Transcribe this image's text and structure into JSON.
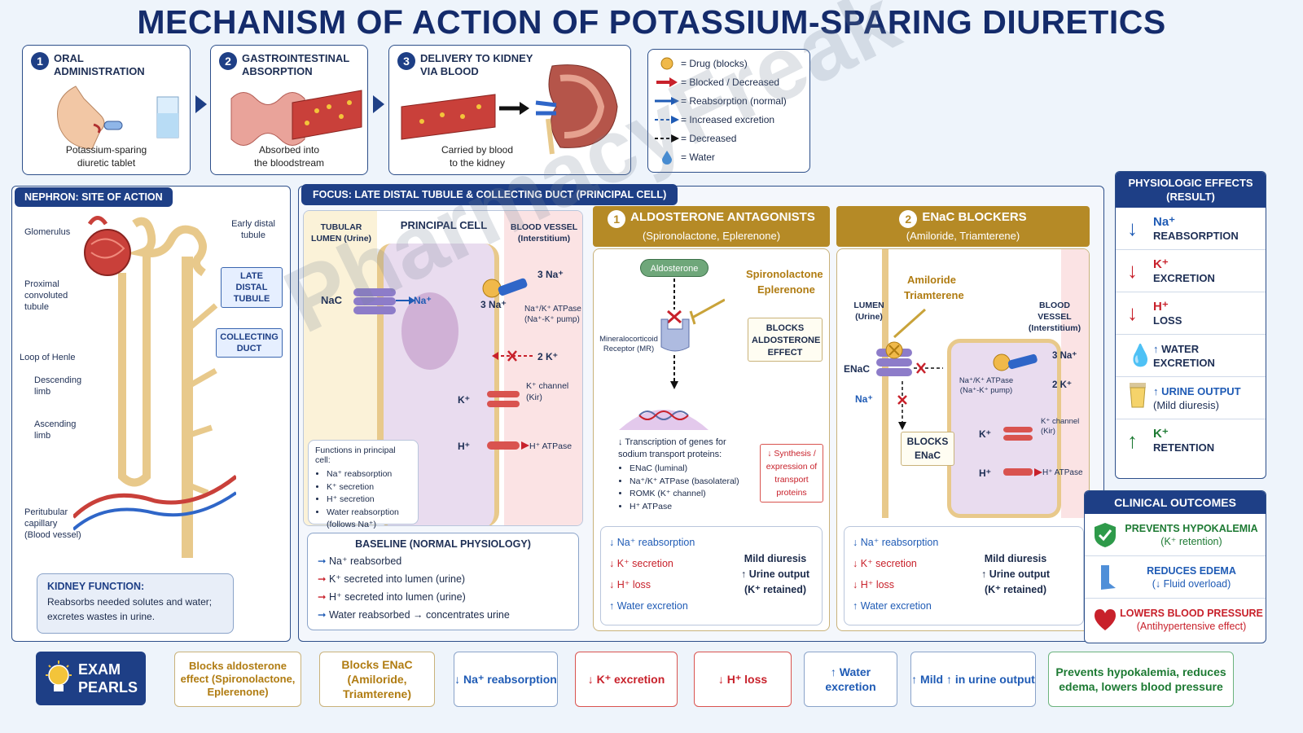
{
  "title": "MECHANISM OF ACTION OF POTASSIUM-SPARING DIURETICS",
  "watermark": "PharmacyFreak",
  "steps": [
    {
      "num": "1",
      "title": "ORAL ADMINISTRATION",
      "caption1": "Potassium-sparing",
      "caption2": "diuretic tablet"
    },
    {
      "num": "2",
      "title": "GASTROINTESTINAL ABSORPTION",
      "caption1": "Absorbed into",
      "caption2": "the bloodstream"
    },
    {
      "num": "3",
      "title": "DELIVERY TO KIDNEY VIA BLOOD",
      "caption1": "Carried by blood",
      "caption2": "to the kidney"
    }
  ],
  "legend": [
    {
      "icon": "drug-icon",
      "label": "= Drug (blocks)"
    },
    {
      "icon": "red-arrow-icon",
      "label": "= Blocked / Decreased"
    },
    {
      "icon": "blue-arrow-icon",
      "label": "= Reabsorption (normal)"
    },
    {
      "icon": "dashed-blue-arrow-icon",
      "label": "= Increased excretion"
    },
    {
      "icon": "dashed-black-arrow-icon",
      "label": "= Decreased"
    },
    {
      "icon": "water-drop-icon",
      "label": "= Water"
    }
  ],
  "nephron": {
    "header": "NEPHRON: SITE OF ACTION",
    "glomerulus": "Glomerulus",
    "early_distal": "Early distal tubule",
    "proximal": "Proximal convoluted tubule",
    "late_distal": "LATE DISTAL TUBULE",
    "collecting": "COLLECTING DUCT",
    "loop": "Loop of Henle",
    "descending": "Descending limb",
    "ascending": "Ascending limb",
    "peritubular": "Peritubular capillary (Blood vessel)",
    "kidney_function_title": "KIDNEY FUNCTION:",
    "kidney_function_text": "Reabsorbs needed solutes and water; excretes wastes in urine."
  },
  "focus": {
    "header": "FOCUS: LATE DISTAL TUBULE & COLLECTING DUCT (PRINCIPAL CELL)",
    "lumen": "TUBULAR LUMEN (Urine)",
    "principal": "PRINCIPAL CELL",
    "blood": "BLOOD VESSEL (Interstitium)",
    "nac": "NaC",
    "na_plus": "Na⁺",
    "three_na_out": "3 Na⁺",
    "three_na_in": "3 Na⁺",
    "atpase": "Na⁺/K⁺ ATPase (Na⁺-K⁺ pump)",
    "two_k": "2 K⁺",
    "k_channel": "K⁺ channel (Kir)",
    "k_plus": "K⁺",
    "h_plus": "H⁺",
    "h_atpase": "H⁺ ATPase",
    "functions_title": "Functions in principal cell:",
    "functions": [
      "Na⁺ reabsorption",
      "K⁺ secretion",
      "H⁺ secretion",
      "Water reabsorption (follows Na⁺)"
    ],
    "baseline_title": "BASELINE (NORMAL PHYSIOLOGY)",
    "baseline": [
      "Na⁺ reabsorbed",
      "K⁺ secreted into lumen (urine)",
      "H⁺ secreted into lumen (urine)",
      "Water reabsorbed → concentrates urine"
    ]
  },
  "aldo": {
    "num": "1",
    "title": "ALDOSTERONE ANTAGONISTS",
    "subtitle": "(Spironolactone, Eplerenone)",
    "aldosterone": "Aldosterone",
    "drug1": "Spironolactone",
    "drug2": "Eplerenone",
    "receptor": "Mineralocorticoid Receptor (MR)",
    "blocks": "BLOCKS ALDOSTERONE EFFECT",
    "transcription": "↓ Transcription of genes for sodium transport proteins:",
    "genes": [
      "ENaC (luminal)",
      "Na⁺/K⁺ ATPase (basolateral)",
      "ROMK (K⁺ channel)",
      "H⁺ ATPase"
    ],
    "synthesis": "↓ Synthesis / expression of transport proteins",
    "effects": [
      "Na⁺ reabsorption",
      "K⁺ secretion",
      "H⁺ loss",
      "Water excretion"
    ],
    "result1": "Mild diuresis",
    "result2": "↑ Urine output",
    "result3": "(K⁺ retained)"
  },
  "enac": {
    "num": "2",
    "title": "ENaC BLOCKERS",
    "subtitle": "(Amiloride, Triamterene)",
    "drug1": "Amiloride",
    "drug2": "Triamterene",
    "lumen": "LUMEN (Urine)",
    "blood": "BLOOD VESSEL (Interstitium)",
    "enac": "ENaC",
    "na_plus": "Na⁺",
    "atpase": "Na⁺/K⁺ ATPase (Na⁺-K⁺ pump)",
    "three_na": "3 Na⁺",
    "two_k": "2 K⁺",
    "k_channel": "K⁺ channel (Kir)",
    "k_plus": "K⁺",
    "h_plus": "H⁺",
    "h_atpase": "H⁺ ATPase",
    "blocks": "BLOCKS ENaC",
    "effects": [
      "Na⁺ reabsorption",
      "K⁺ secretion",
      "H⁺ loss",
      "Water excretion"
    ],
    "result1": "Mild diuresis",
    "result2": "↑ Urine output",
    "result3": "(K⁺ retained)"
  },
  "physio": {
    "header": "PHYSIOLOGIC EFFECTS (RESULT)",
    "rows": [
      {
        "arrow": "↓",
        "l1": "Na⁺",
        "l2": "REABSORPTION",
        "color": "#1f5bb5"
      },
      {
        "arrow": "↓",
        "l1": "K⁺",
        "l2": "EXCRETION",
        "color": "#c8212b"
      },
      {
        "arrow": "↓",
        "l1": "H⁺",
        "l2": "LOSS",
        "color": "#c8212b"
      },
      {
        "arrow": "↑",
        "l1": "WATER",
        "l2": "EXCRETION",
        "color": "#1f5bb5"
      },
      {
        "arrow": "↑",
        "l1": "URINE OUTPUT",
        "l2": "(Mild diuresis)",
        "color": "#1f5bb5"
      },
      {
        "arrow": "↑",
        "l1": "K⁺",
        "l2": "RETENTION",
        "color": "#1d7a33"
      }
    ]
  },
  "clinical": {
    "header": "CLINICAL OUTCOMES",
    "items": [
      {
        "t1": "PREVENTS HYPOKALEMIA",
        "t2": "(K⁺ retention)",
        "color": "#1d7a33"
      },
      {
        "t1": "REDUCES EDEMA",
        "t2": "(↓ Fluid overload)",
        "color": "#1f5bb5"
      },
      {
        "t1": "LOWERS BLOOD PRESSURE",
        "t2": "(Antihypertensive effect)",
        "color": "#c8212b"
      }
    ]
  },
  "pearls": {
    "label1": "EXAM",
    "label2": "PEARLS",
    "items": [
      "Blocks aldosterone effect (Spironolactone, Eplerenone)",
      "Blocks ENaC (Amiloride, Triamterene)",
      "↓ Na⁺ reabsorption",
      "↓ K⁺ excretion",
      "↓ H⁺ loss",
      "↑ Water excretion",
      "↑ Mild ↑ in urine output",
      "Prevents hypokalemia, reduces edema, lowers blood pressure"
    ]
  }
}
